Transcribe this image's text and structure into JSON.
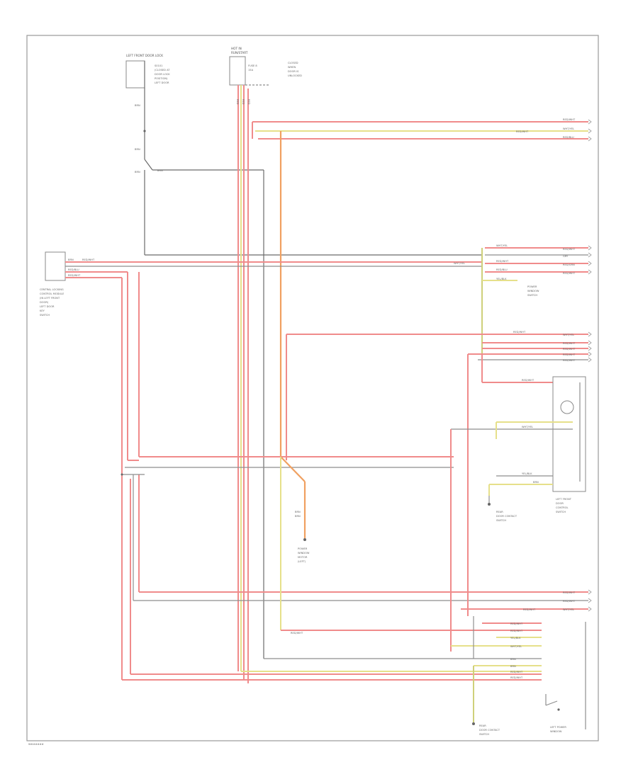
{
  "figure_code": "W###### ",
  "components": {
    "left_front_door_lock": [
      "LEFT FRONT DOOR LOCK",
      "S0101",
      "(CLOSED AT",
      "DOOR LOCK",
      "POSITION)",
      "LEFT DOOR"
    ],
    "hot_in_run": [
      "HOT IN",
      "RUN/START",
      "FUSE 8",
      "15A"
    ],
    "fuse_note": [
      "CLOSED",
      "WHEN",
      "DOOR IS",
      "UNLOCKED"
    ],
    "central_locking_module": [
      "CENTRAL LOCKING",
      "CONTROL MODULE",
      "(IN LEFT FRONT",
      "DOOR)",
      "LEFT DOOR",
      "KEY",
      "SWITCH"
    ],
    "power_window_switch": [
      "POWER",
      "WINDOW",
      "SWITCH"
    ],
    "left_front_door_control_switch": [
      "LEFT FRONT",
      "DOOR",
      "CONTROL",
      "SWITCH"
    ],
    "power_window_motor": [
      "POWER",
      "WINDOW",
      "MOTOR",
      "(LEFT)"
    ],
    "door_contact_switch": [
      "REAR",
      "DOOR CONTACT",
      "SWITCH"
    ],
    "rear_door_contact_switch_2": [
      "REAR",
      "DOOR CONTACT",
      "SWITCH"
    ],
    "left_power_window": [
      "LEFT POWER",
      "WINDOW"
    ]
  },
  "wire_labels": {
    "red_wht": "RED/WHT",
    "wht_yel": "WHT/YEL",
    "red_blu": "RED/BLU",
    "red_grn": "RED/GRN",
    "yel_red": "YEL/RED",
    "brn": "BRN",
    "blk_wht": "BLK/WHT",
    "gry": "GRY",
    "red": "RED",
    "yel_blk": "YEL/BLK"
  }
}
